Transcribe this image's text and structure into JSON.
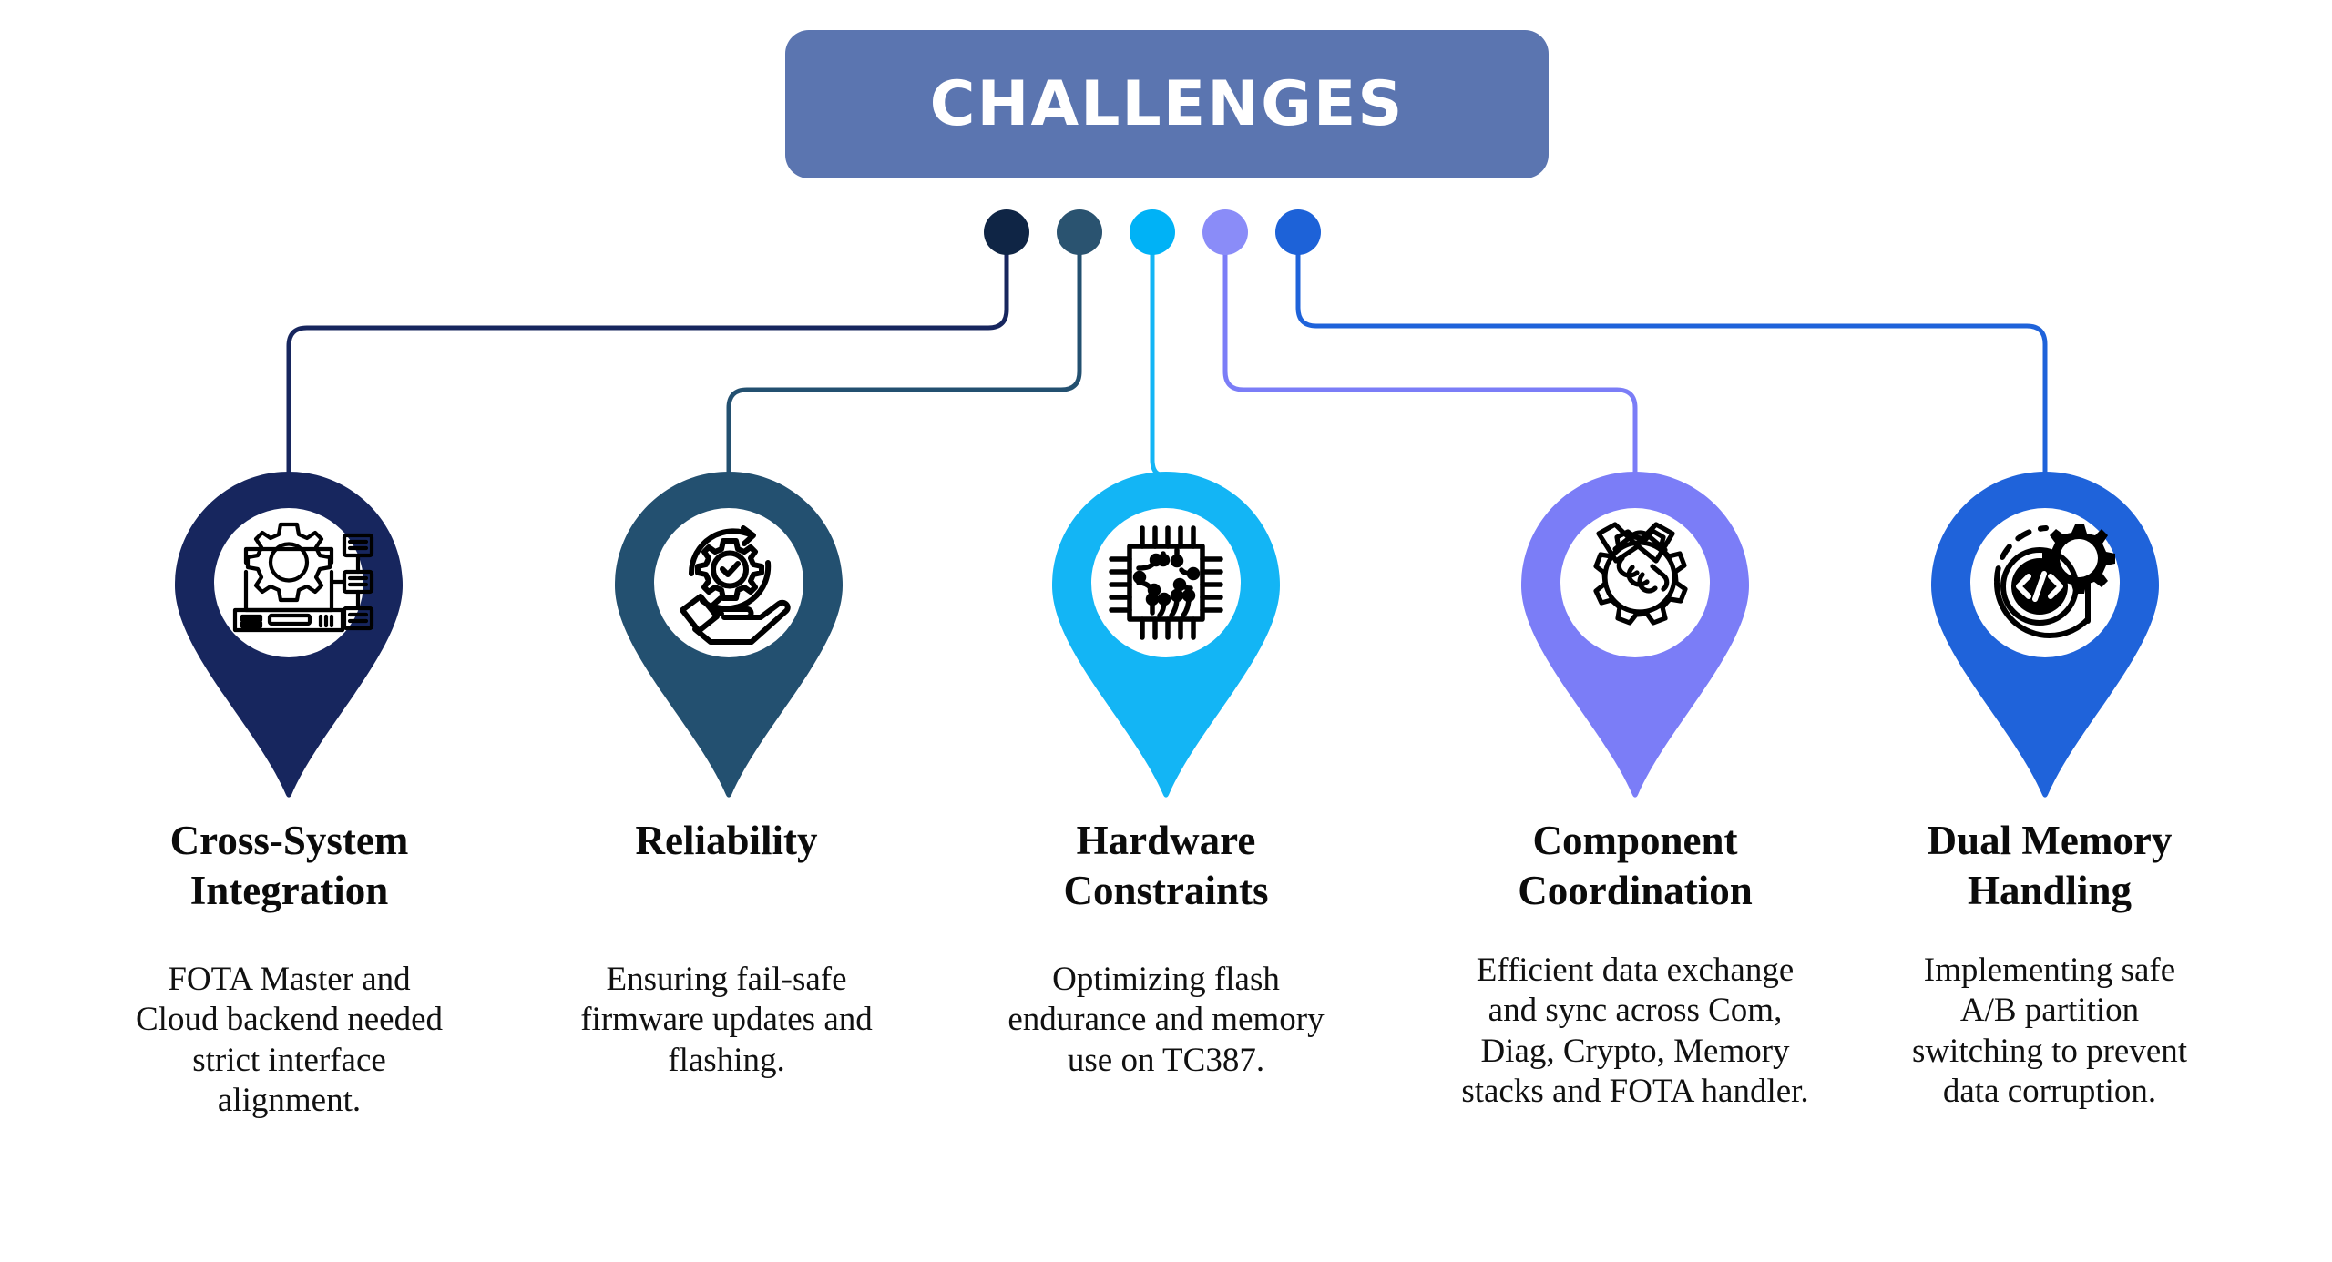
{
  "header": {
    "title": "CHALLENGES",
    "banner_color": "#5B75B0",
    "text_color": "#FFFFFF"
  },
  "connector_dots": [
    {
      "name": "dot-1",
      "color": "#0F2545"
    },
    {
      "name": "dot-2",
      "color": "#2A5370"
    },
    {
      "name": "dot-3",
      "color": "#00B2F6"
    },
    {
      "name": "dot-4",
      "color": "#8A8CF8"
    },
    {
      "name": "dot-5",
      "color": "#1D62D8"
    }
  ],
  "columns": [
    {
      "id": "cross-system-integration",
      "title": "Cross-System\nIntegration",
      "description": "FOTA Master and Cloud backend needed strict interface alignment.",
      "color": "#17265E",
      "icon": "laptop-gear-network-icon"
    },
    {
      "id": "reliability",
      "title": "Reliability",
      "description": "Ensuring fail-safe firmware updates and flashing.",
      "color": "#235070",
      "icon": "hand-gear-check-icon"
    },
    {
      "id": "hardware-constraints",
      "title": "Hardware\nConstraints",
      "description": "Optimizing flash endurance and memory use on TC387.",
      "color": "#13B5F5",
      "icon": "microchip-icon"
    },
    {
      "id": "component-coordination",
      "title": "Component\nCoordination",
      "description": "Efficient data exchange and sync across Com, Diag, Crypto, Memory stacks and FOTA handler.",
      "color": "#7B7DF7",
      "icon": "handshake-gear-icon"
    },
    {
      "id": "dual-memory-handling",
      "title": "Dual Memory\nHandling",
      "description": "Implementing safe A/B partition switching to prevent data corruption.",
      "color": "#1F63DA",
      "icon": "code-gear-refresh-icon"
    }
  ]
}
